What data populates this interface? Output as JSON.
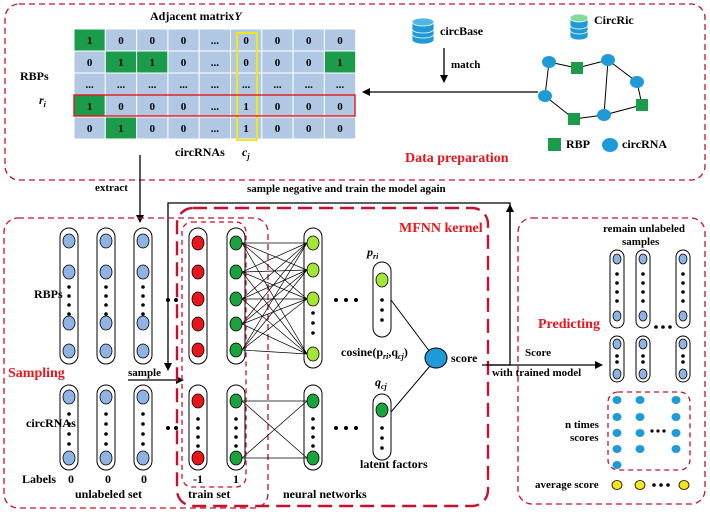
{
  "data_prep": {
    "matrix_title": "Adjacent matrix",
    "matrix_title_var": "Y",
    "rbps_label": "RBPs",
    "ri_label": "r",
    "ri_sub": "i",
    "circrnas_label": "circRNAs",
    "cj_label": "c",
    "cj_sub": "j",
    "matrix_rows": [
      [
        "1",
        "0",
        "0",
        "0",
        "...",
        "0",
        "0",
        "0",
        "0"
      ],
      [
        "0",
        "1",
        "1",
        "0",
        "...",
        "0",
        "0",
        "0",
        "1"
      ],
      [
        "...",
        "...",
        "...",
        "...",
        "...",
        "...",
        "...",
        "...",
        "..."
      ],
      [
        "1",
        "0",
        "0",
        "0",
        "...",
        "1",
        "0",
        "0",
        "0"
      ],
      [
        "0",
        "1",
        "0",
        "0",
        "...",
        "1",
        "0",
        "0",
        "0"
      ]
    ],
    "circbase_label": "circBase",
    "circric_label": "CircRic",
    "match_label": "match",
    "legend_rbp": "RBP",
    "legend_circrna": "circRNA",
    "section_label": "Data preparation"
  },
  "flow": {
    "extract_label": "extract",
    "negative_label": "sample negative and train the model again",
    "sample_label": "sample"
  },
  "sampling": {
    "title": "Sampling",
    "rbps_label": "RBPs",
    "circrnas_label": "circRNAs",
    "labels_label": "Labels",
    "label_values": [
      "0",
      "0",
      "0"
    ],
    "unlabeled_label": "unlabeled set"
  },
  "kernel": {
    "title": "MFNN kernel",
    "train_label_values": [
      "-1",
      "1"
    ],
    "train_set_label": "train set",
    "neural_label": "neural networks",
    "p_label": "p",
    "p_sub": "ri",
    "q_label": "q",
    "q_sub": "cj",
    "cosine_label": "cosine(p",
    "cosine_sub1": "ri",
    "cosine_mid": ",q",
    "cosine_sub2": "cj",
    "cosine_end": ")",
    "score_label": "score",
    "latent_label": "latent factors"
  },
  "predicting": {
    "title": "Predicting",
    "remain_line1": "remain unlabeled",
    "remain_line2": "samples",
    "score_label": "Score",
    "trained_label": "with trained model",
    "ntimes_line1": "n times",
    "ntimes_line2": "scores",
    "average_label": "average score"
  },
  "colors": {
    "green": "#1a9c4a",
    "cell_blue": "#b0c8e4",
    "node_blue": "#1e9bd7",
    "node_lightblue": "#8fb4e3",
    "node_red": "#e8161b",
    "node_green": "#18a33c",
    "node_yellowgreen": "#a3e635",
    "node_yellow": "#f5e61b",
    "dashed_red": "#c8102e"
  }
}
